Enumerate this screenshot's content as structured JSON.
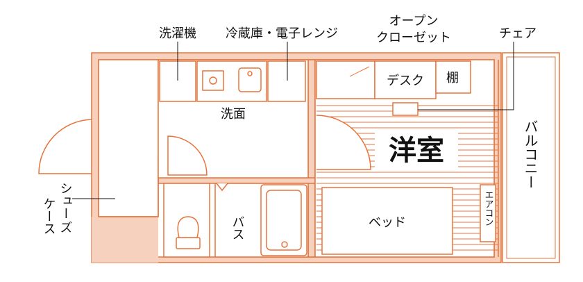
{
  "colors": {
    "accent": "#e8733a",
    "fill": "#f6d1bd",
    "text": "#111111"
  },
  "labels": {
    "washing_machine": "洗濯機",
    "fridge_range": "冷蔵庫・電子レンジ",
    "open_closet_line1": "オープン",
    "open_closet_line2": "クローゼット",
    "chair": "チェア",
    "desk": "デスク",
    "shelf": "棚",
    "washroom": "洗面",
    "western_room": "洋室",
    "balcony": "バルコニー",
    "shoe_case_line1": "シュー",
    "shoe_case_line2": "ズ",
    "shoe_case_line3": "ケース",
    "aircon": "エアコン",
    "bath": "バス",
    "bed": "ベッド"
  }
}
